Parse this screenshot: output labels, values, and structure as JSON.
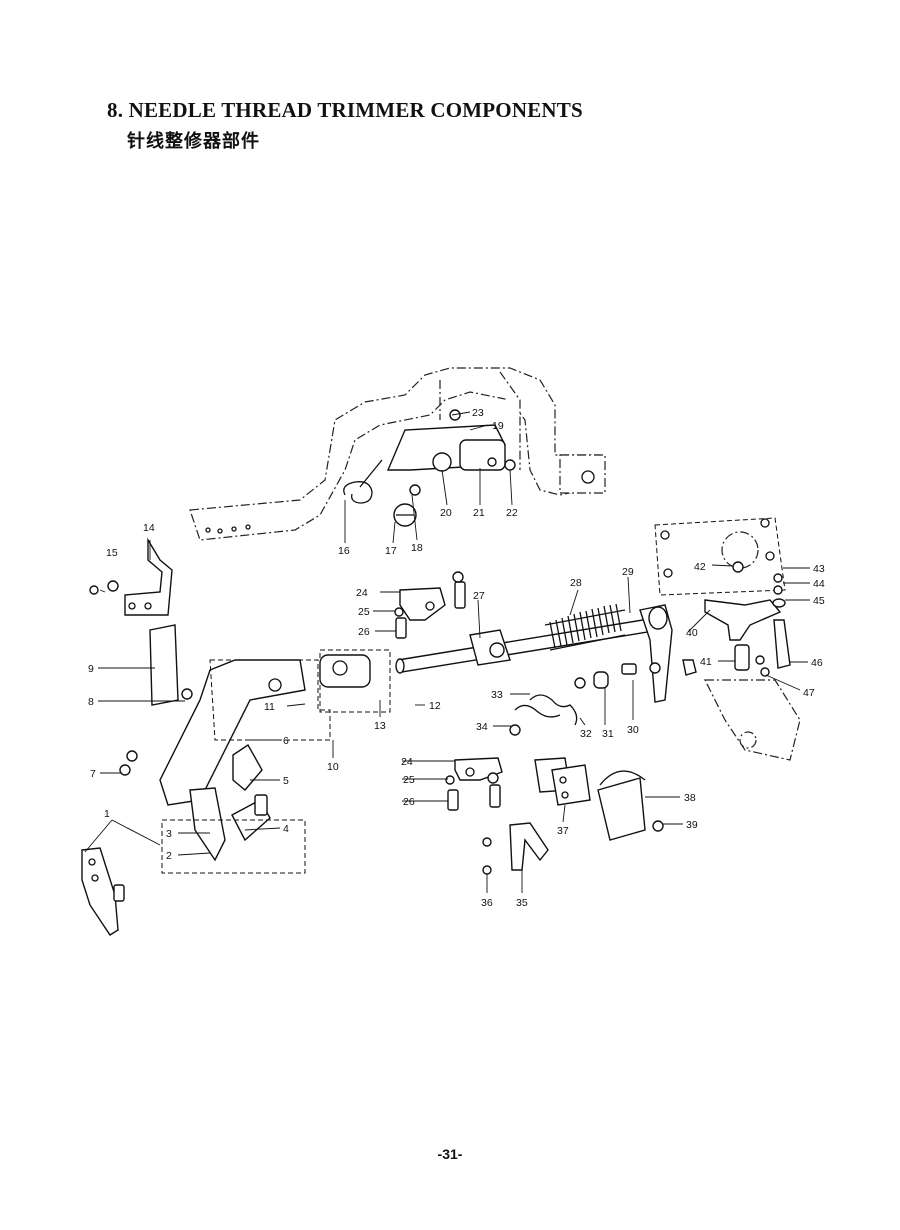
{
  "heading": {
    "title": "8. NEEDLE THREAD TRIMMER COMPONENTS",
    "subtitle": "针线整修器部件"
  },
  "diagram": {
    "callouts": [
      {
        "id": "c1",
        "text": "1"
      },
      {
        "id": "c2",
        "text": "2"
      },
      {
        "id": "c3",
        "text": "3"
      },
      {
        "id": "c4",
        "text": "4"
      },
      {
        "id": "c5",
        "text": "5"
      },
      {
        "id": "c6",
        "text": "6"
      },
      {
        "id": "c7",
        "text": "7"
      },
      {
        "id": "c8",
        "text": "8"
      },
      {
        "id": "c9",
        "text": "9"
      },
      {
        "id": "c10",
        "text": "10"
      },
      {
        "id": "c11",
        "text": "11"
      },
      {
        "id": "c12",
        "text": "12"
      },
      {
        "id": "c13",
        "text": "13"
      },
      {
        "id": "c14",
        "text": "14"
      },
      {
        "id": "c15",
        "text": "15"
      },
      {
        "id": "c16",
        "text": "16"
      },
      {
        "id": "c17",
        "text": "17"
      },
      {
        "id": "c18",
        "text": "18"
      },
      {
        "id": "c19",
        "text": "19"
      },
      {
        "id": "c20",
        "text": "20"
      },
      {
        "id": "c21",
        "text": "21"
      },
      {
        "id": "c22",
        "text": "22"
      },
      {
        "id": "c23",
        "text": "23"
      },
      {
        "id": "c24a",
        "text": "24"
      },
      {
        "id": "c25a",
        "text": "25"
      },
      {
        "id": "c26a",
        "text": "26"
      },
      {
        "id": "c27",
        "text": "27"
      },
      {
        "id": "c28",
        "text": "28"
      },
      {
        "id": "c29",
        "text": "29"
      },
      {
        "id": "c30",
        "text": "30"
      },
      {
        "id": "c31",
        "text": "31"
      },
      {
        "id": "c32",
        "text": "32"
      },
      {
        "id": "c33",
        "text": "33"
      },
      {
        "id": "c34",
        "text": "34"
      },
      {
        "id": "c24b",
        "text": "24"
      },
      {
        "id": "c25b",
        "text": "25"
      },
      {
        "id": "c26b",
        "text": "26"
      },
      {
        "id": "c35",
        "text": "35"
      },
      {
        "id": "c36",
        "text": "36"
      },
      {
        "id": "c37",
        "text": "37"
      },
      {
        "id": "c38",
        "text": "38"
      },
      {
        "id": "c39",
        "text": "39"
      },
      {
        "id": "c40",
        "text": "40"
      },
      {
        "id": "c41",
        "text": "41"
      },
      {
        "id": "c42",
        "text": "42"
      },
      {
        "id": "c43",
        "text": "43"
      },
      {
        "id": "c44",
        "text": "44"
      },
      {
        "id": "c45",
        "text": "45"
      },
      {
        "id": "c46",
        "text": "46"
      },
      {
        "id": "c47",
        "text": "47"
      }
    ]
  },
  "footer": {
    "page_number": "-31-"
  }
}
